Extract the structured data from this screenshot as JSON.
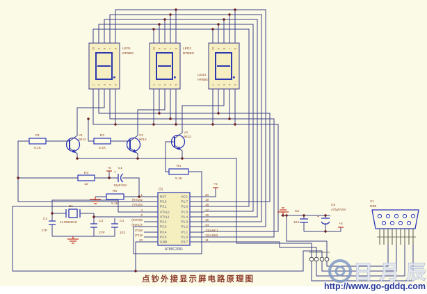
{
  "schematic": {
    "caption": "点钞外接显示屏电路原理图"
  },
  "watermark": {
    "logo_text": "日月辰",
    "url": "http://www.go-gddq.com"
  },
  "power": {
    "plus5": "+5",
    "plus_polarity": "+"
  },
  "displays": [
    {
      "ref": "LED1",
      "part": "BTBBG",
      "pin_numbers_top": [
        "10",
        "9",
        "8",
        "7",
        "6"
      ],
      "pin_numbers_bottom": [
        "1",
        "2",
        "3",
        "4",
        "5"
      ]
    },
    {
      "ref": "LED2",
      "part": "BTBBG",
      "pin_numbers_top": [
        "10",
        "9",
        "8",
        "7",
        "6"
      ],
      "pin_numbers_bottom": [
        "1",
        "2",
        "3",
        "4",
        "5"
      ]
    },
    {
      "ref": "LED3",
      "part": "HFBBG",
      "pin_numbers_top": [
        "10",
        "9",
        "8",
        "7",
        "6"
      ],
      "pin_numbers_bottom": [
        "1",
        "2",
        "3",
        "4",
        "5"
      ]
    }
  ],
  "transistors": [
    {
      "ref": "V1",
      "part": "9012"
    },
    {
      "ref": "V2",
      "part": "9012"
    },
    {
      "ref": "V3",
      "part": "9012"
    }
  ],
  "resistors": [
    {
      "ref": "R1",
      "value": "5.1K"
    },
    {
      "ref": "R2",
      "value": "5.1K"
    },
    {
      "ref": "R3",
      "value": "22"
    },
    {
      "ref": "R4",
      "value": "5.1K"
    },
    {
      "ref": "R5",
      "value": "5.1K"
    }
  ],
  "capacitors": [
    {
      "ref": "C1",
      "value": "10μF/16V"
    },
    {
      "ref": "C2",
      "value": "27P"
    },
    {
      "ref": "C3",
      "value": "27P"
    },
    {
      "ref": "C4",
      "value": "103"
    },
    {
      "ref": "C5",
      "value": "104"
    },
    {
      "ref": "C6",
      "value": "470μF/16V"
    }
  ],
  "crystal": {
    "ref": "B1",
    "value": "11.0592MHz"
  },
  "mcu": {
    "ref": "D1",
    "part": "AT89C2051",
    "left_pins": [
      {
        "label": "1",
        "name": "RST"
      },
      {
        "label": "(RXD)2",
        "name": "P3.0"
      },
      {
        "label": "(TXD)3",
        "name": "P3.1"
      },
      {
        "label": "4",
        "name": "XTAL2"
      },
      {
        "label": "5",
        "name": "XTAL1"
      },
      {
        "label": "(INT0)6",
        "name": "P3.2"
      },
      {
        "label": "(INT1)7",
        "name": "P3.3"
      },
      {
        "label": "(T0)8",
        "name": "P3.4"
      },
      {
        "label": "(T1)9",
        "name": "P3.5"
      },
      {
        "label": "10",
        "name": "GND"
      }
    ],
    "right_pins": [
      {
        "label": "20",
        "name": "VCC"
      },
      {
        "label": "19",
        "name": "P1.7"
      },
      {
        "label": "18",
        "name": "P1.6"
      },
      {
        "label": "17",
        "name": "P1.5"
      },
      {
        "label": "16",
        "name": "P1.4"
      },
      {
        "label": "15",
        "name": "P1.3"
      },
      {
        "label": "14",
        "name": "P1.2"
      },
      {
        "label": "13(AIN1)",
        "name": "P1.1"
      },
      {
        "label": "12(AIN0)",
        "name": "P1.0"
      },
      {
        "label": "11",
        "name": "P3.7"
      }
    ]
  },
  "connector": {
    "ref": "X1",
    "part": "DB9"
  }
}
